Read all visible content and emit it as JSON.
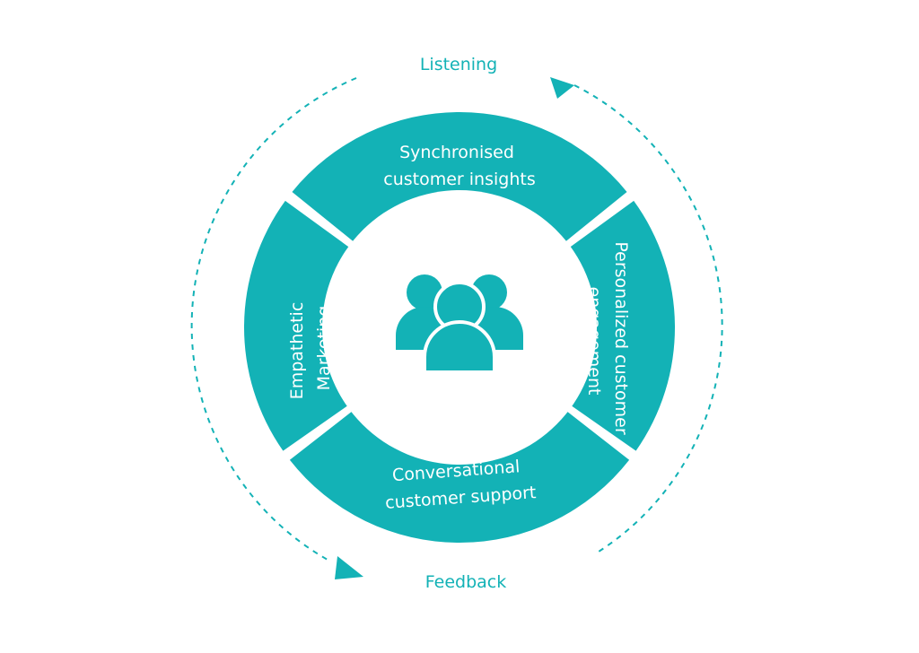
{
  "colors": {
    "accent": "#13b2b6",
    "background": "#ffffff",
    "inner": "#ffffff"
  },
  "cycle": {
    "top_label": "Listening",
    "bottom_label": "Feedback"
  },
  "segments": [
    {
      "id": "top",
      "lines": [
        "Synchronised",
        "customer insights"
      ]
    },
    {
      "id": "right",
      "lines": [
        "Personalized customer",
        "engagement"
      ]
    },
    {
      "id": "bottom",
      "lines": [
        "Conversational",
        "customer support"
      ]
    },
    {
      "id": "left",
      "lines": [
        "Empathetic",
        "Marketing"
      ]
    }
  ],
  "center_icon": "group-of-people-icon"
}
